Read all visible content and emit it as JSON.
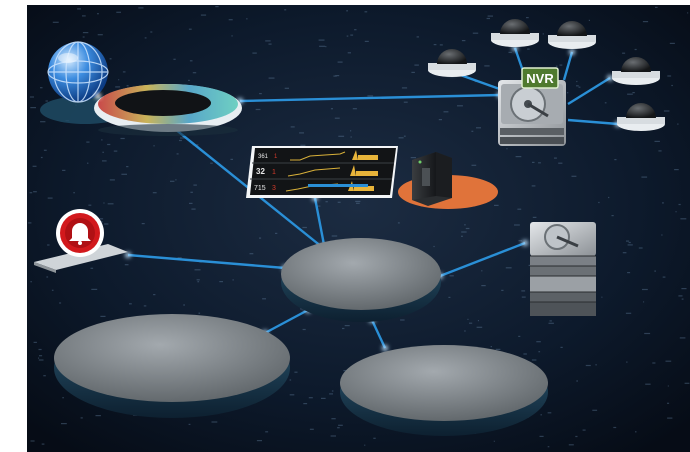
{
  "colors": {
    "background": "#0d1a2c",
    "link": "#2a8fd6",
    "disk_top": "#8a9096",
    "disk_edge": "#1c3a4e",
    "alarm_red": "#d2181c",
    "server_platform": "#e0733a",
    "nvr_badge": "#4f7a2e"
  },
  "icons": {
    "globe": "globe-icon",
    "alarm": "alarm-bell-icon",
    "camera": "dome-camera-icon",
    "hdd": "hard-drive-icon",
    "server": "server-tower-icon"
  },
  "nvr": {
    "badge": "NVR"
  },
  "monitor_panel": {
    "rows": [
      {
        "value": "361",
        "delta": "1"
      },
      {
        "value": "32",
        "delta": "1"
      },
      {
        "value": "715",
        "delta": "3"
      }
    ]
  },
  "cameras": [
    {
      "id": "cam-1"
    },
    {
      "id": "cam-2"
    },
    {
      "id": "cam-3"
    },
    {
      "id": "cam-4"
    },
    {
      "id": "cam-5"
    }
  ]
}
